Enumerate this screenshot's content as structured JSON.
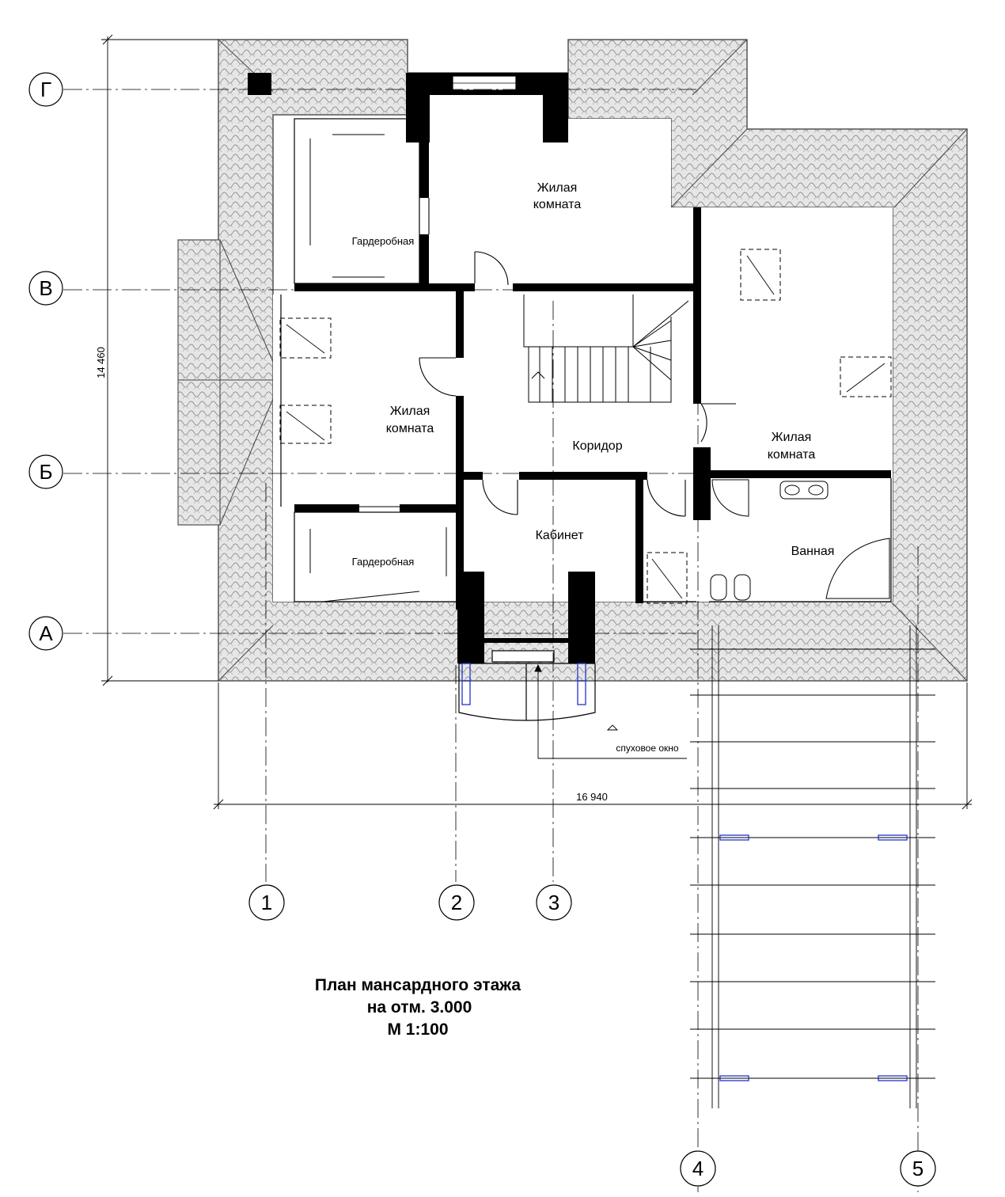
{
  "rooms": {
    "living_top": [
      "Жилая",
      "комната"
    ],
    "living_left": [
      "Жилая",
      "комната"
    ],
    "living_right": [
      "Жилая",
      "комната"
    ],
    "wardrobe_top": "Гардеробная",
    "wardrobe_bottom": "Гардеробная",
    "corridor": "Коридор",
    "study": "Кабинет",
    "bathroom": "Ванная"
  },
  "axes": {
    "rows": [
      "Г",
      "В",
      "Б",
      "А"
    ],
    "columns": [
      "1",
      "2",
      "3",
      "4",
      "5"
    ]
  },
  "dimensions": {
    "height": "14 460",
    "width": "16 940"
  },
  "notes": {
    "dormer": "спуховое окно"
  },
  "title": {
    "line1": "План мансардного этажа",
    "line2": "на отм. 3.000",
    "line3": "М 1:100"
  },
  "colors": {
    "wall": "#000000",
    "roof_fill": "#e2e2e2",
    "roof_stroke": "#8a8a8a",
    "line": "#000000",
    "blue": "#2233cc"
  }
}
